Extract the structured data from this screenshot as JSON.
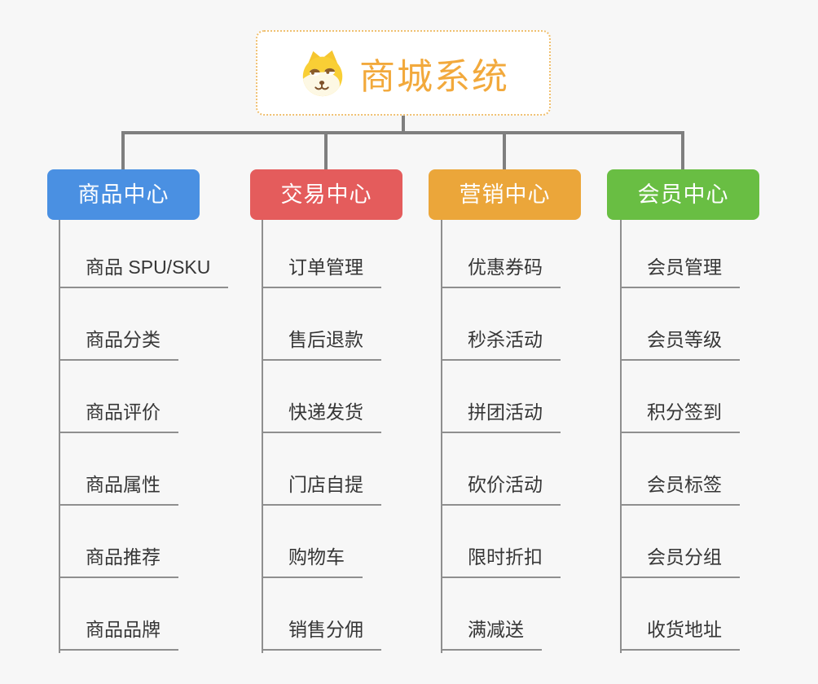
{
  "root": {
    "title": "商城系统",
    "icon": "dog-face-icon",
    "title_color": "#f2a93c",
    "border_color": "#f0c070"
  },
  "colors": {
    "background": "#f7f7f7",
    "connector": "#7f7f7f",
    "item_line": "#8f8f8f",
    "item_text": "#363636",
    "header_text": "#ffffff"
  },
  "branches": [
    {
      "label": "商品中心",
      "color": "#4a90e2",
      "items": [
        "商品 SPU/SKU",
        "商品分类",
        "商品评价",
        "商品属性",
        "商品推荐",
        "商品品牌"
      ]
    },
    {
      "label": "交易中心",
      "color": "#e45c5c",
      "items": [
        "订单管理",
        "售后退款",
        "快递发货",
        "门店自提",
        "购物车",
        "销售分佣"
      ]
    },
    {
      "label": "营销中心",
      "color": "#eba63a",
      "items": [
        "优惠券码",
        "秒杀活动",
        "拼团活动",
        "砍价活动",
        "限时折扣",
        "满减送"
      ]
    },
    {
      "label": "会员中心",
      "color": "#69be43",
      "items": [
        "会员管理",
        "会员等级",
        "积分签到",
        "会员标签",
        "会员分组",
        "收货地址"
      ]
    }
  ]
}
